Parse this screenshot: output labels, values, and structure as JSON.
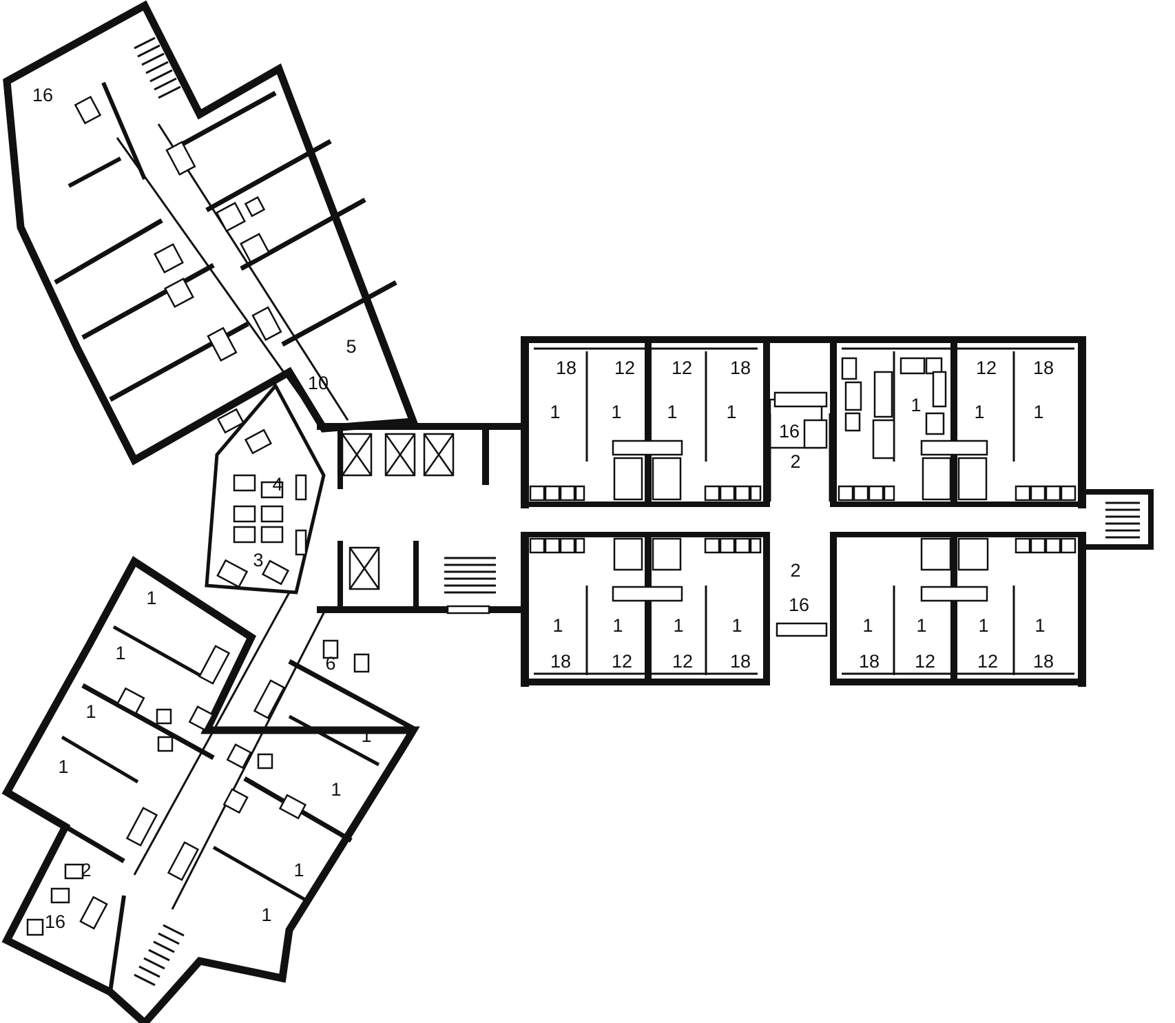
{
  "colors": {
    "ink": "#111111",
    "paper": "#ffffff"
  },
  "wing_north": {
    "labels": [
      "16",
      "10",
      "5",
      "4",
      "3"
    ]
  },
  "wing_south": {
    "labels": [
      "1",
      "1",
      "1",
      "1",
      "6",
      "1",
      "1",
      "1",
      "1",
      "2",
      "16"
    ]
  },
  "wing_east": {
    "top_numbers": [
      "18",
      "12",
      "12",
      "18",
      "12",
      "18"
    ],
    "top_ones": [
      "1",
      "1",
      "1",
      "1",
      "1",
      "1",
      "1"
    ],
    "mid_labels": [
      "16",
      "2",
      "2",
      "16"
    ],
    "bottom_ones": [
      "1",
      "1",
      "1",
      "1",
      "1",
      "1",
      "1",
      "1"
    ],
    "bottom_numbers": [
      "18",
      "12",
      "12",
      "18",
      "18",
      "12",
      "12",
      "18"
    ]
  }
}
